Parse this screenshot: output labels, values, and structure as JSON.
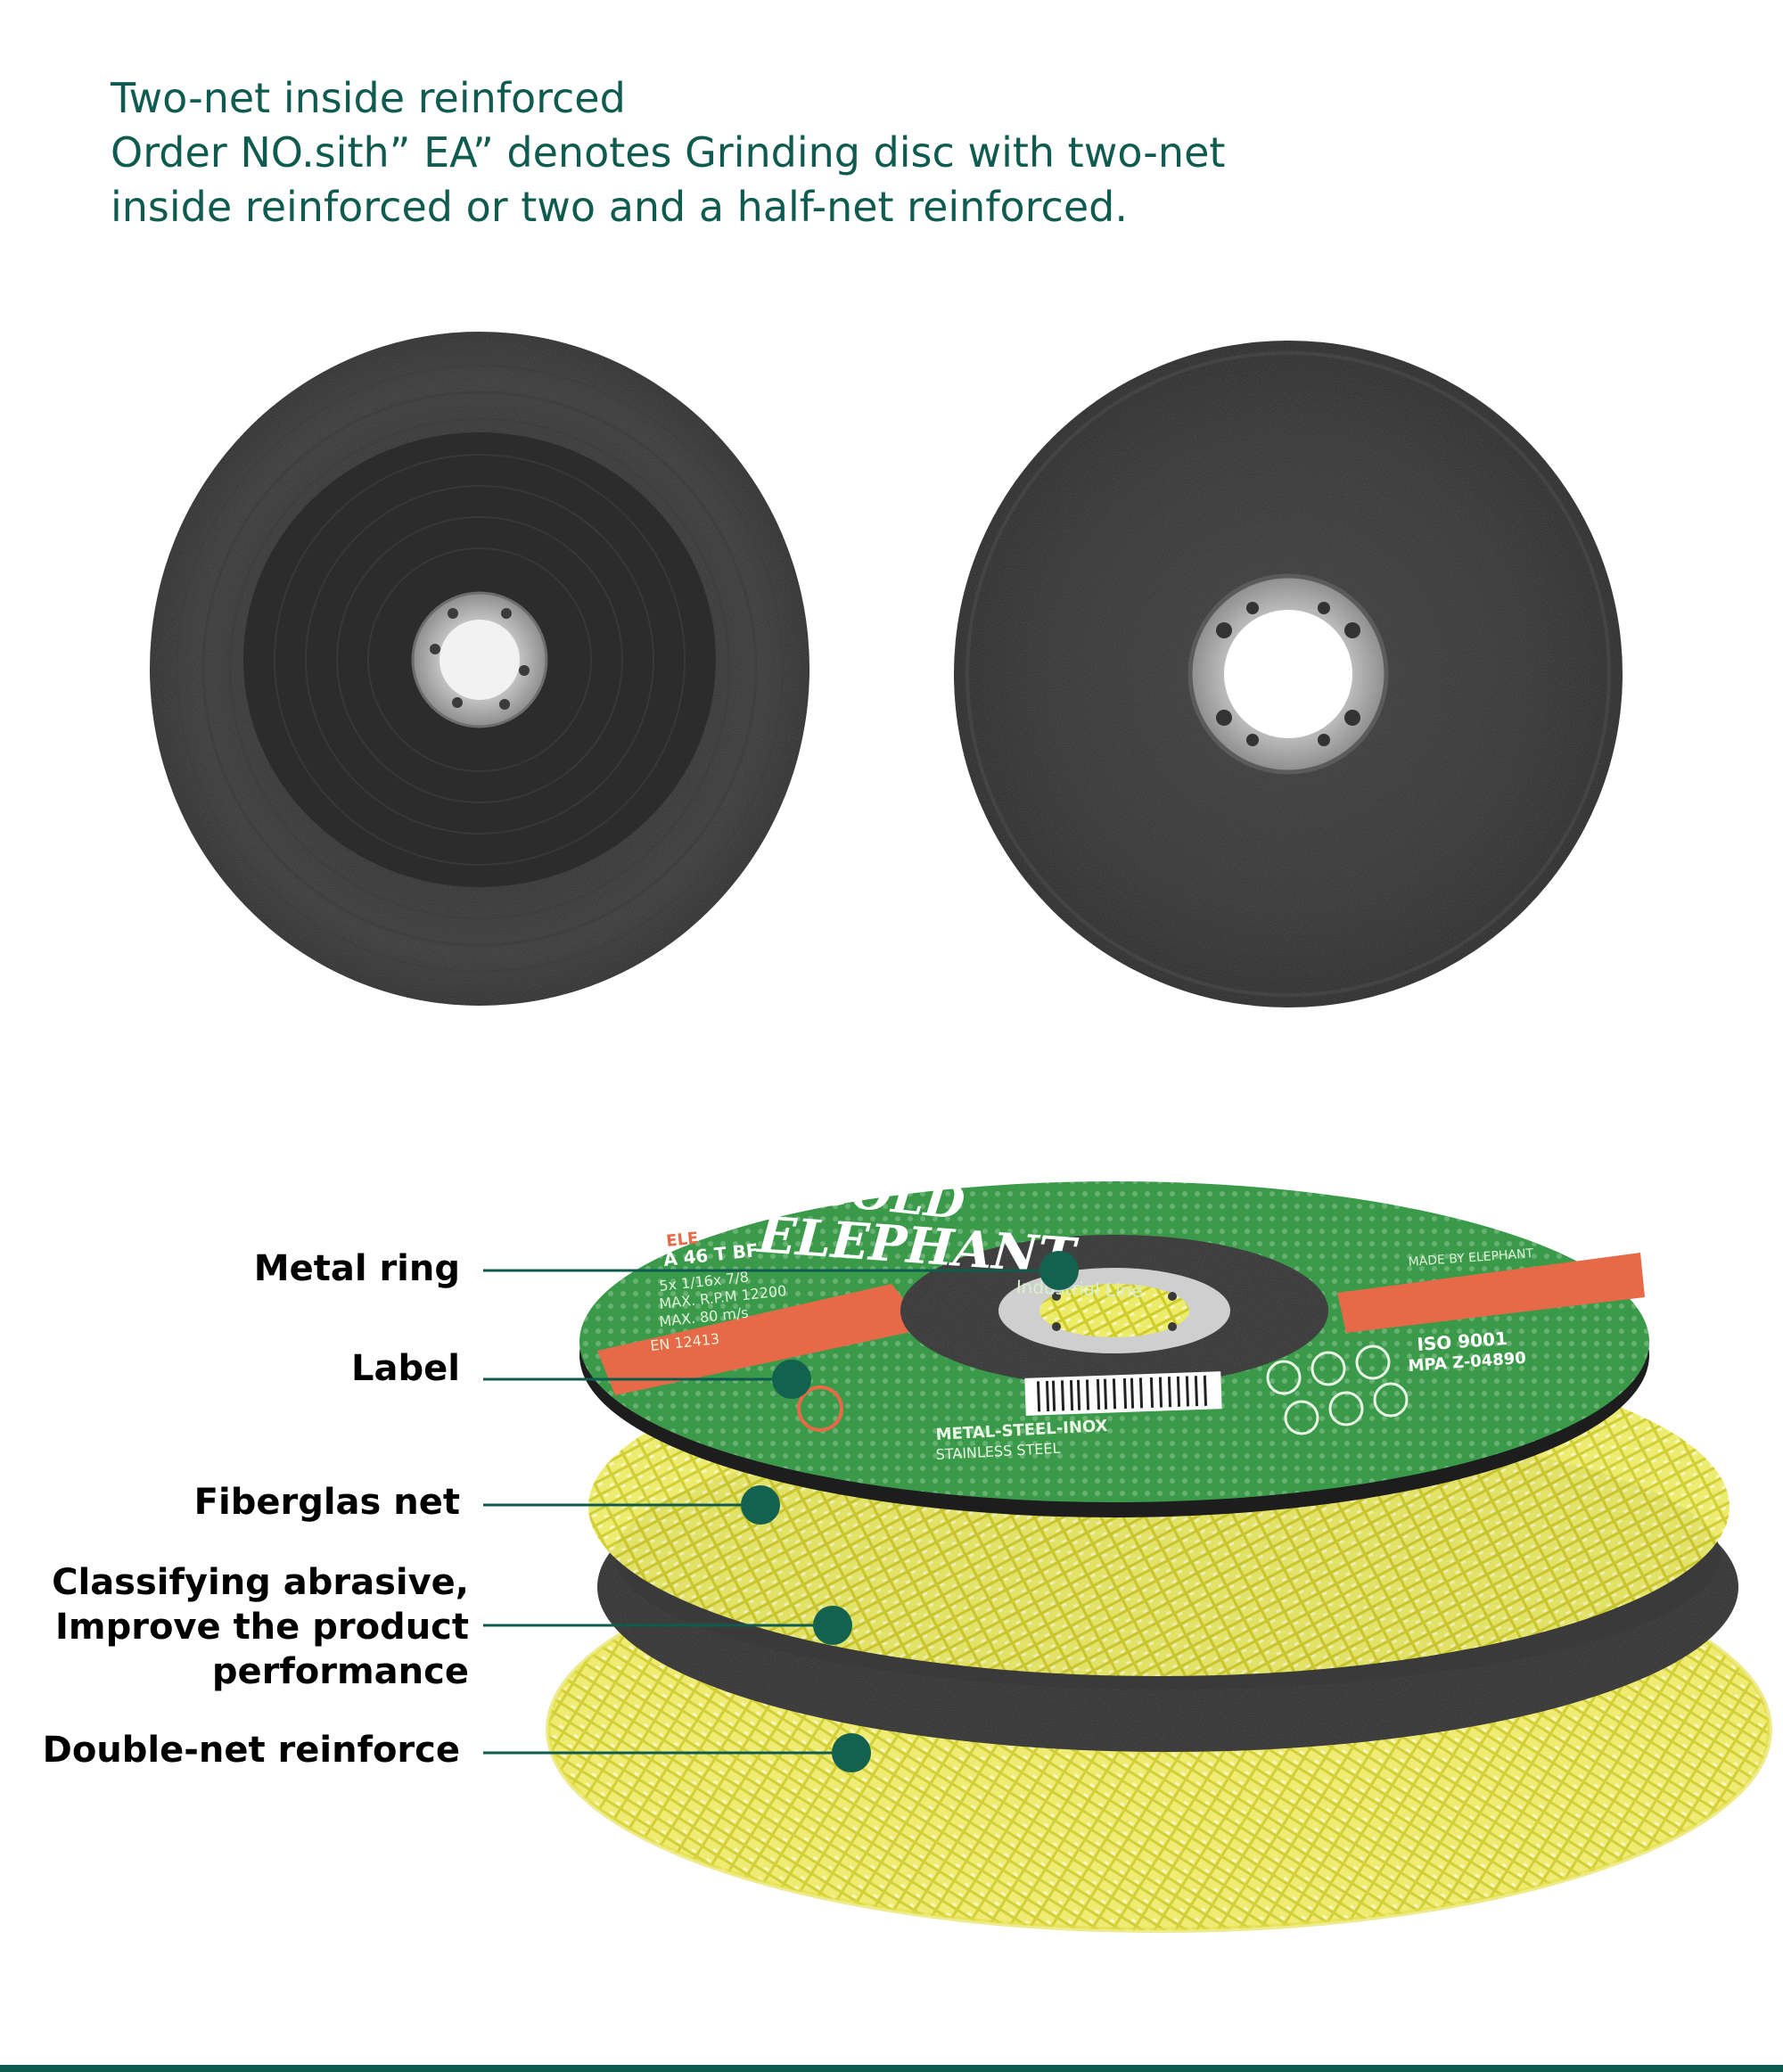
{
  "intro": {
    "line1": "Two-net inside reinforced",
    "line2": "Order NO.sith”  EA”  denotes Grinding disc with two-net",
    "line3": "inside reinforced or two and a half-net reinforced."
  },
  "disc_label": {
    "brand_line1": "GOLD",
    "brand_line2": "ELEPHANT",
    "tagline": "Industrial Line",
    "code": "A 46 T BF",
    "spec1": "5x 1/16x 7/8",
    "spec2": "MAX. R.P.M 12200",
    "spec3": "MAX. 80 m/s",
    "standard": "EN 12413",
    "iso": "ISO 9001",
    "mpa": "MPA Z-04890",
    "material1": "METAL-STEEL-INOX",
    "material2": "STAINLESS STEEL",
    "made_by": "MADE BY ELEPHANT",
    "small_brand": "ELE"
  },
  "callouts": [
    {
      "lines": [
        "Metal ring"
      ]
    },
    {
      "lines": [
        "Label"
      ]
    },
    {
      "lines": [
        "Fiberglas net"
      ]
    },
    {
      "lines": [
        "Classifying abrasive,",
        "Improve the product",
        "performance"
      ]
    },
    {
      "lines": [
        "Double-net reinforce"
      ]
    }
  ],
  "colors": {
    "accent": "#0f5b4f",
    "callout_dot": "#13624f",
    "label_green": "#3b9a4a",
    "label_orange": "#e66a47",
    "net_yellow": "#e5e34d",
    "disc_dark": "#2e2e2e"
  }
}
